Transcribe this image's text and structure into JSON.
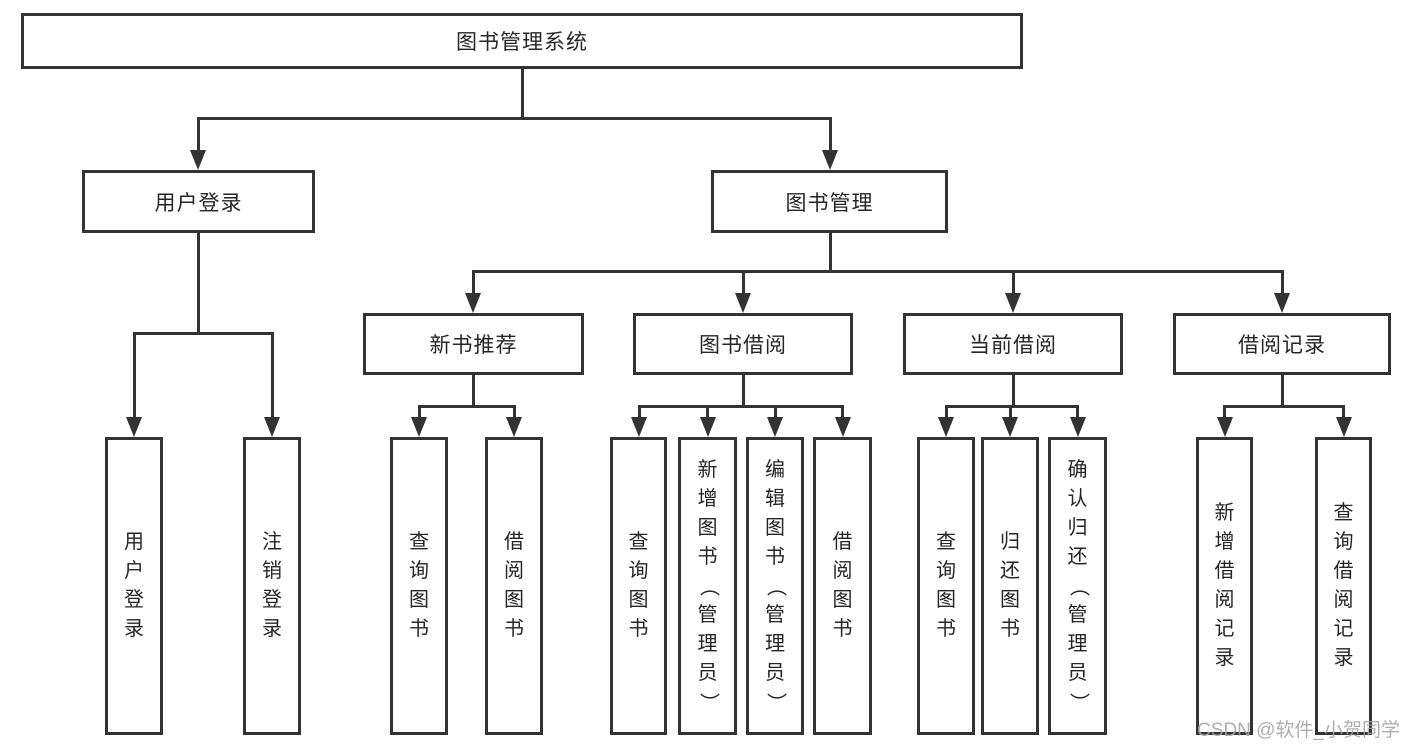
{
  "colors": {
    "line": "#333333",
    "box_border": "#333333",
    "box_fill": "#ffffff",
    "text": "#262626",
    "watermark": "#a5a5a5",
    "background": "#ffffff"
  },
  "watermark": {
    "text": "CSDN @软件_小贺同学"
  },
  "tree": {
    "root": {
      "label": "图书管理系统"
    },
    "branches": [
      {
        "label": "用户登录",
        "children": [
          {
            "label": "用户登录"
          },
          {
            "label": "注销登录"
          }
        ]
      },
      {
        "label": "图书管理",
        "children": [
          {
            "label": "新书推荐",
            "children": [
              {
                "label": "查询图书"
              },
              {
                "label": "借阅图书"
              }
            ]
          },
          {
            "label": "图书借阅",
            "children": [
              {
                "label": "查询图书"
              },
              {
                "label": "新增图书（管理员）"
              },
              {
                "label": "编辑图书（管理员）"
              },
              {
                "label": "借阅图书"
              }
            ]
          },
          {
            "label": "当前借阅",
            "children": [
              {
                "label": "查询图书"
              },
              {
                "label": "归还图书"
              },
              {
                "label": "确认归还（管理员）"
              }
            ]
          },
          {
            "label": "借阅记录",
            "children": [
              {
                "label": "新增借阅记录"
              },
              {
                "label": "查询借阅记录"
              }
            ]
          }
        ]
      }
    ]
  }
}
